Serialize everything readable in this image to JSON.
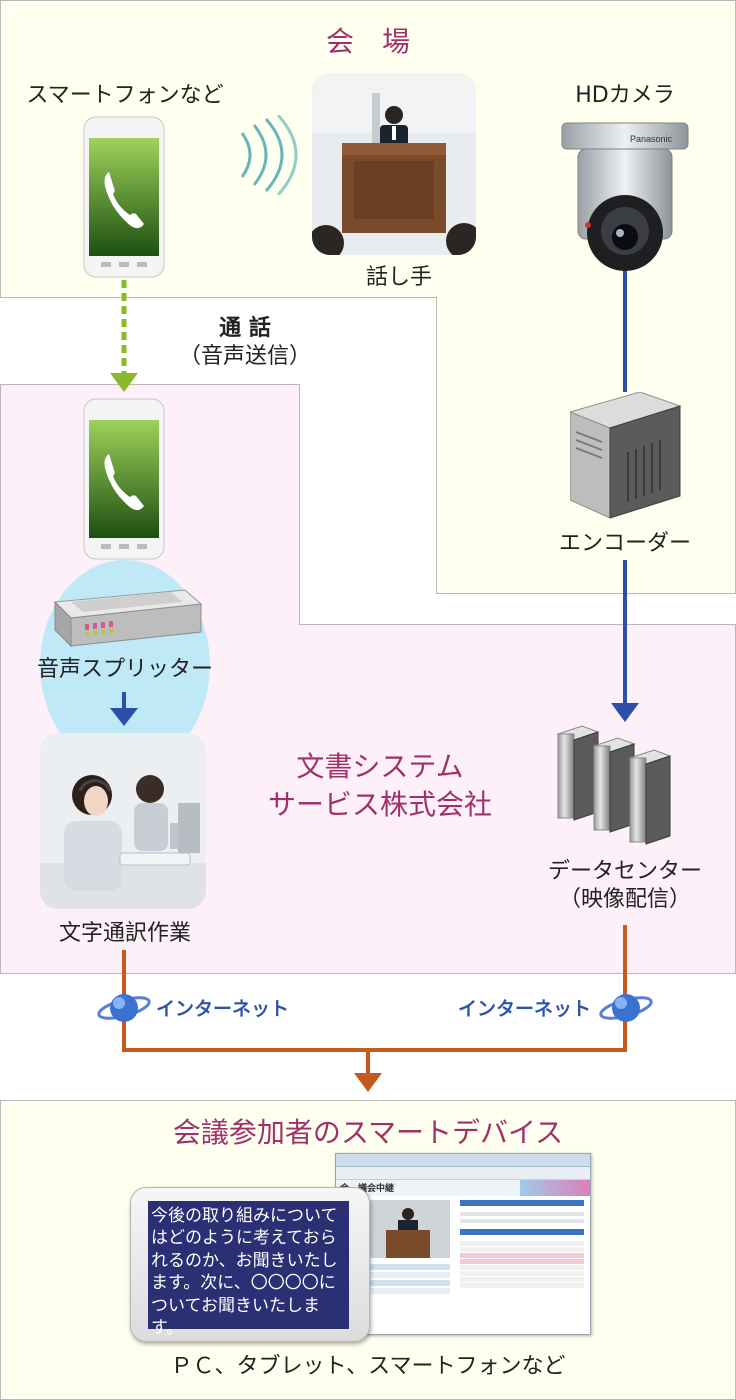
{
  "venue": {
    "title": "会　場",
    "smartphone_label": "スマートフォンなど",
    "speaker_label": "話し手",
    "camera_label": "HDカメラ",
    "camera_brand": "Panasonic"
  },
  "call": {
    "title": "通 話",
    "subtitle": "（音声送信）"
  },
  "company": {
    "name_line1": "文書システム",
    "name_line2": "サービス株式会社",
    "splitter_label": "音声スプリッター",
    "transcription_label": "文字通訳作業",
    "datacenter_label": "データセンター",
    "datacenter_sub": "（映像配信）",
    "encoder_label": "エンコーダー"
  },
  "internet": {
    "left_label": "インターネット",
    "right_label": "インターネット"
  },
  "participants": {
    "title": "会議参加者のスマートデバイス",
    "devices_label": "ＰＣ、タブレット、スマートフォンなど",
    "tablet_text": "今後の取り組みについてはどのように考えておられるのか、お聞きいたします。次に、〇〇〇〇についてお聞きいたします。",
    "pc_window_title": "会　議会中継"
  },
  "colors": {
    "venue_bg": "#fffff0",
    "company_bg": "#fdf0f8",
    "participants_bg": "#fffff0",
    "accent_title": "#a0306a",
    "video_line": "#2e4fa8",
    "audio_line": "#8ab92d",
    "internet_line": "#c45a1c"
  }
}
